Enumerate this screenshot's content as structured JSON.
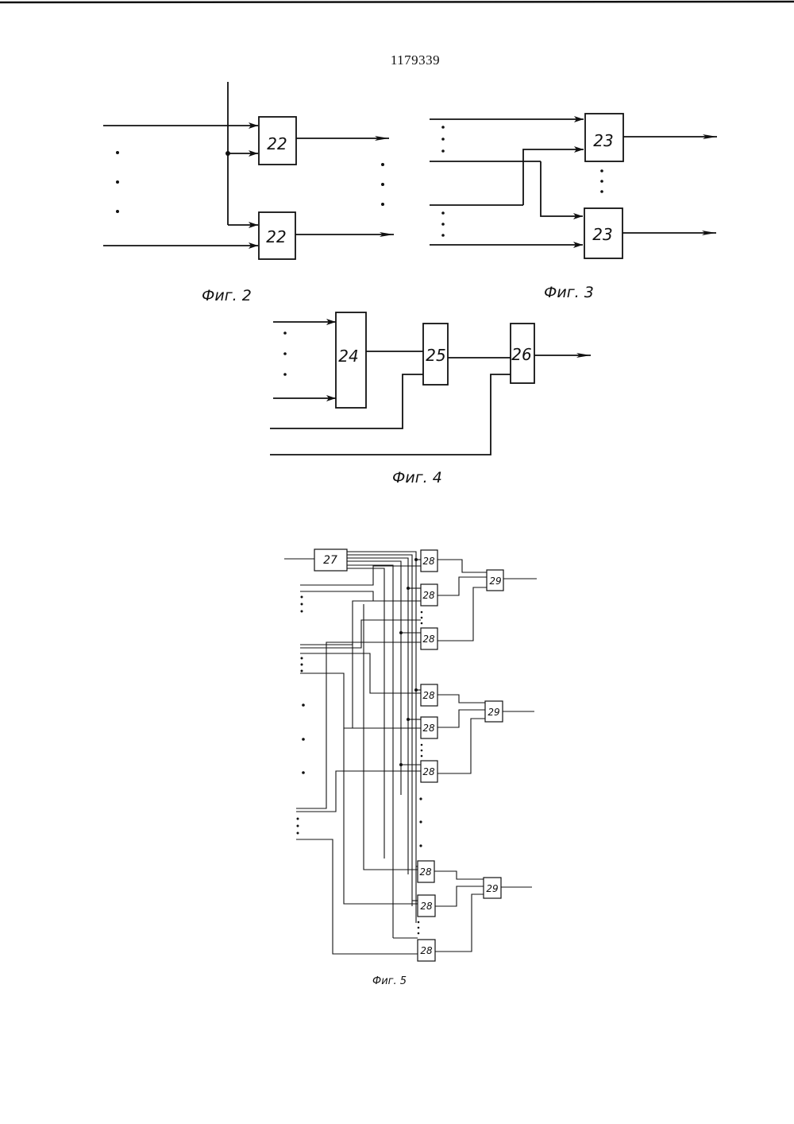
{
  "page": {
    "number": "1179339"
  },
  "figures": {
    "fig2": {
      "caption": "Фиг. 2",
      "block_label": "22"
    },
    "fig3": {
      "caption": "Фиг. 3",
      "block_label": "23"
    },
    "fig4": {
      "caption": "Фиг. 4",
      "blocks": [
        "24",
        "25",
        "26"
      ]
    },
    "fig5": {
      "caption": "Фиг. 5",
      "blocks": {
        "counter": "27",
        "gate": "28",
        "combiner": "29"
      }
    }
  }
}
